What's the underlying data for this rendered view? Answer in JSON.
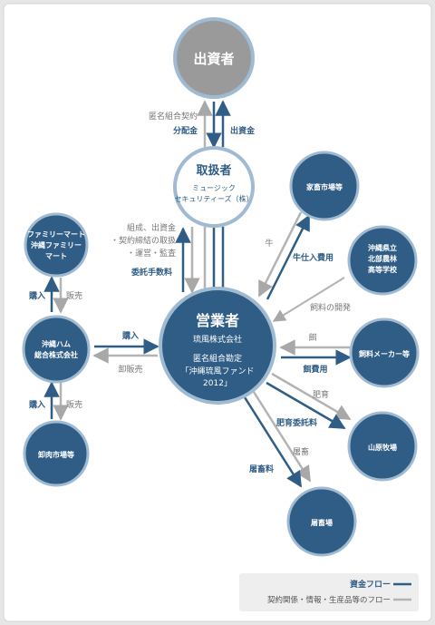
{
  "colors": {
    "node_dark": "#2f5d86",
    "node_gray": "#9a9a9a",
    "ring": "#9fbad1",
    "money_flow": "#2f5d86",
    "other_flow": "#b3b3b3",
    "blue_text": "#2f5d86",
    "gray_text": "#777777"
  },
  "nodes": {
    "investor": "出資者",
    "handler": {
      "title": "取扱者",
      "sub1": "ミュージック",
      "sub2": "セキュリティーズ（株）"
    },
    "operator": {
      "title": "営業者",
      "line1": "琉風株式会社",
      "line2": "匿名組合勘定",
      "line3": "「沖縄琉風ファンド",
      "line4": "2012」"
    },
    "familymart": {
      "line1": "ファミリーマート",
      "line2": "沖縄ファミリー",
      "line3": "マート"
    },
    "okiham": {
      "line1": "沖縄ハム",
      "line2": "総合株式会社"
    },
    "meat_market": "卸肉市場等",
    "livestock_market": "家畜市場等",
    "hokubu": {
      "line1": "沖縄県立",
      "line2": "北部農林",
      "line3": "高等学校"
    },
    "feed_maker": "飼料メーカー等",
    "yamahara": "山原牧場",
    "slaughter": "屠畜場"
  },
  "labels": {
    "anon_contract": "匿名組合契約",
    "dividend": "分配金",
    "investment": "出資金",
    "handler_tasks": [
      "組成、出資金",
      "・契約締結の取扱",
      "・運営・監査"
    ],
    "commission": "委託手数料",
    "cattle": "牛",
    "cattle_purchase_cost": "牛仕入費用",
    "feed_dev": "飼料の開発",
    "feed": "餌",
    "feed_cost": "餌費用",
    "fattening": "肥育",
    "fattening_fee": "肥育委託料",
    "slaughter_goods": "屠畜",
    "slaughter_fee": "屠畜料",
    "buy_okiham": "購入",
    "wholesale": "卸販売",
    "buy_fm": "購入",
    "sell_fm": "販売",
    "buy_market": "購入",
    "sell_market": "販売"
  },
  "legend": {
    "money": "資金フロー",
    "other": "契約関係・情報・生産品等のフロー"
  }
}
